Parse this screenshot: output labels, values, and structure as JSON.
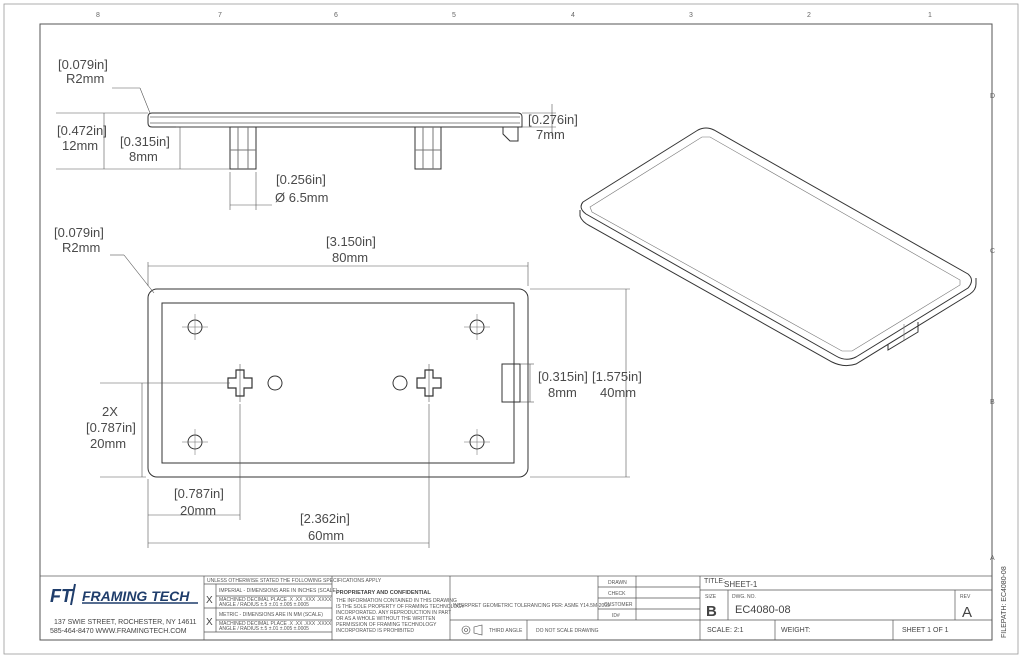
{
  "border": {
    "top_numbers": [
      "8",
      "7",
      "6",
      "5",
      "4",
      "3",
      "2",
      "1"
    ],
    "side_letters": [
      "D",
      "C",
      "B",
      "A"
    ]
  },
  "dims": {
    "top_radius_in": "[0.079in]",
    "top_radius_mm": "R2mm",
    "height_in": "[0.472in]",
    "height_mm": "12mm",
    "peg_in": "[0.315in]",
    "peg_mm": "8mm",
    "thick_in": "[0.276in]",
    "thick_mm": "7mm",
    "peg_dia_in": "[0.256in]",
    "peg_dia_mm": "Ø 6.5mm",
    "plan_radius_in": "[0.079in]",
    "plan_radius_mm": "R2mm",
    "width_in": "[3.150in]",
    "width_mm": "80mm",
    "tab_in": "[0.315in]",
    "tab_mm": "8mm",
    "depth_in": "[1.575in]",
    "depth_mm": "40mm",
    "hole_y_qty": "2X",
    "hole_y_in": "[0.787in]",
    "hole_y_mm": "20mm",
    "hole_x_in": "[0.787in]",
    "hole_x_mm": "20mm",
    "span_in": "[2.362in]",
    "span_mm": "60mm"
  },
  "title_block": {
    "logo_ft": "FT",
    "logo_name": "FRAMING TECH",
    "address_line1": "137 SWIE STREET, ROCHESTER, NY 14611",
    "address_line2": "585-464-8470  WWW.FRAMINGTECH.COM",
    "tol_header": "UNLESS OTHERWISE STATED THE FOLLOWING SPECIFICATIONS APPLY",
    "tol_imperial": "IMPERIAL - DIMENSIONS ARE IN INCHES (SCALE)",
    "tol_metric": "METRIC - DIMENSIONS ARE IN MM (SCALE)",
    "tol_row_a": "MACHINED DECIMAL PLACE  .X  .XX  .XXX  .XXXX",
    "tol_row_b": "ANGLE / RADIUS  ±.5  ±.01  ±.005  ±.0005",
    "mark_x": "X",
    "third_angle": "THIRD ANGLE",
    "prop_title": "PROPRIETARY AND CONFIDENTIAL",
    "prop_body_1": "THE INFORMATION CONTAINED IN THIS DRAWING",
    "prop_body_2": "IS THE SOLE PROPERTY OF FRAMING TECHNOLOGY",
    "prop_body_3": "INCORPORATED. ANY REPRODUCTION IN PART",
    "prop_body_4": "OR AS A WHOLE WITHOUT THE WRITTEN",
    "prop_body_5": "PERMISSION OF FRAMING TECHNOLOGY",
    "prop_body_6": "INCORPORATED IS PROHIBITED",
    "interpret": "INTERPRET GEOMETRIC TOLERANCING PER: ASME Y14.5M-2009",
    "do_not_scale": "DO NOT SCALE DRAWING",
    "drawn": "DRAWN",
    "check": "CHECK",
    "customer": "CUSTOMER",
    "id": "ID#",
    "title_label": "TITLE:",
    "title_value": "SHEET-1",
    "size_label": "SIZE",
    "size_value": "B",
    "dwg_label": "DWG.  NO.",
    "dwg_value": "EC4080-08",
    "rev_label": "REV",
    "rev_value": "A",
    "scale": "SCALE: 2:1",
    "weight": "WEIGHT:",
    "sheet": "SHEET 1 OF 1",
    "filepath": "FILEPATH: EC4080-08"
  }
}
